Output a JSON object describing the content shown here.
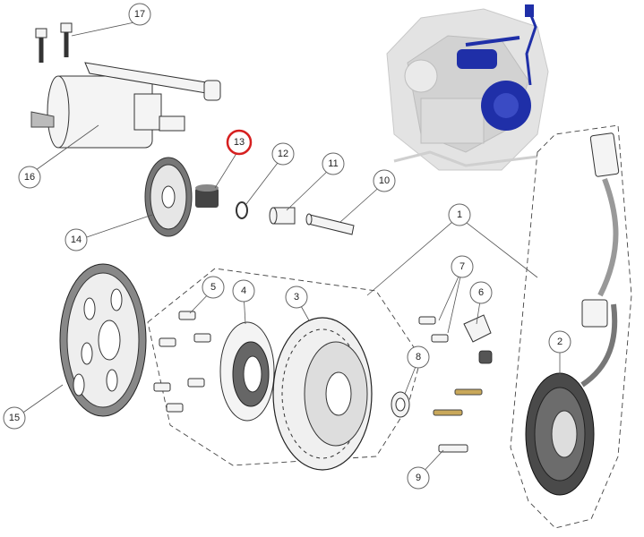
{
  "diagram": {
    "callouts": [
      "1",
      "2",
      "3",
      "4",
      "5",
      "6",
      "7",
      "8",
      "9",
      "10",
      "11",
      "12",
      "13",
      "14",
      "15",
      "16",
      "17"
    ],
    "highlighted_callout": "13",
    "colors": {
      "highlight_ring": "#d62020",
      "inset_blue": "#1f2fa8",
      "line": "#555555"
    }
  }
}
